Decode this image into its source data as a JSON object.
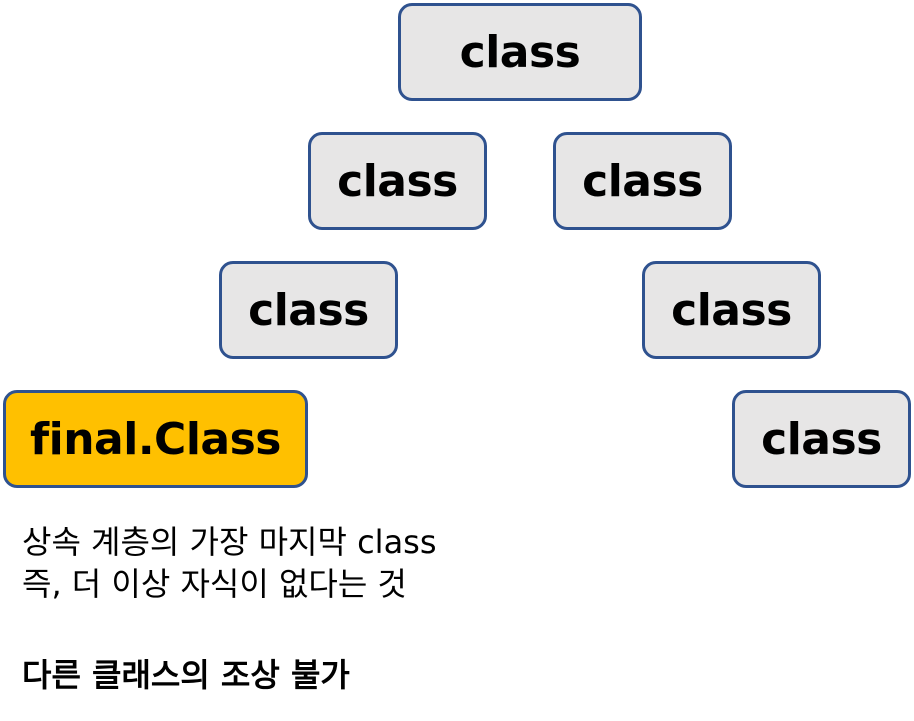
{
  "diagram": {
    "nodes": [
      {
        "id": "root",
        "label": "class"
      },
      {
        "id": "level2-left",
        "label": "class"
      },
      {
        "id": "level2-right",
        "label": "class"
      },
      {
        "id": "level3-left",
        "label": "class"
      },
      {
        "id": "level3-right",
        "label": "class"
      },
      {
        "id": "final",
        "label": "final.Class"
      },
      {
        "id": "level4-right",
        "label": "class"
      }
    ],
    "description": {
      "line1": "상속 계층의 가장 마지막 class",
      "line2": "즉, 더 이상 자식이 없다는 것"
    },
    "note": "다른 클래스의 조상 불가"
  },
  "colors": {
    "border": "#2f528f",
    "node_fill": "#e7e6e6",
    "final_fill": "#ffc000"
  }
}
